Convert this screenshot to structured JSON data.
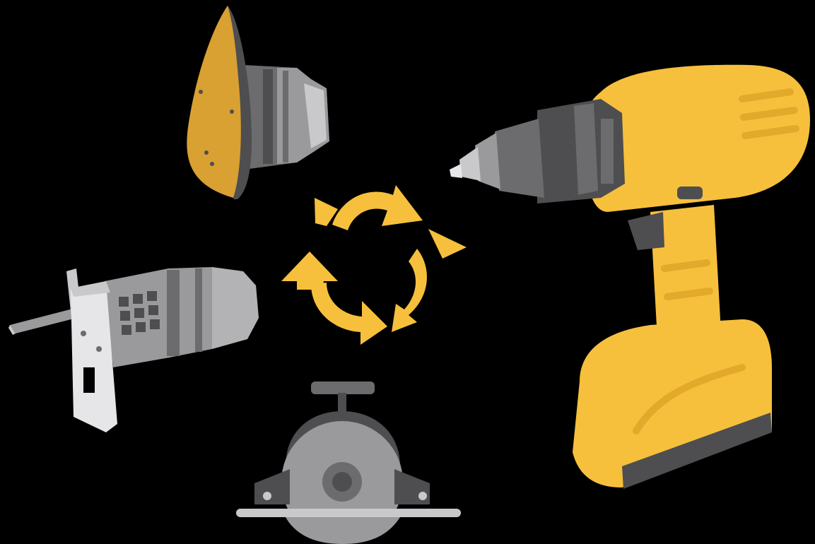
{
  "scene": {
    "background": "#000000",
    "tools": [
      {
        "name": "cordless-drill",
        "icon": "drill-icon"
      },
      {
        "name": "detail-sander-attachment",
        "icon": "sander-icon"
      },
      {
        "name": "jigsaw-attachment",
        "icon": "jigsaw-icon"
      },
      {
        "name": "circular-saw-attachment",
        "icon": "circular-saw-icon"
      }
    ],
    "center_symbol": "recycle-arrows-icon"
  },
  "colors": {
    "yellow": "#F6C03C",
    "yellow_shade": "#E3A92A",
    "gray_dark": "#4E4E50",
    "gray_mid": "#6C6C6E",
    "gray_light": "#9A9A9C",
    "gray_pale": "#C9C9CB",
    "sandpaper": "#D9A032"
  }
}
